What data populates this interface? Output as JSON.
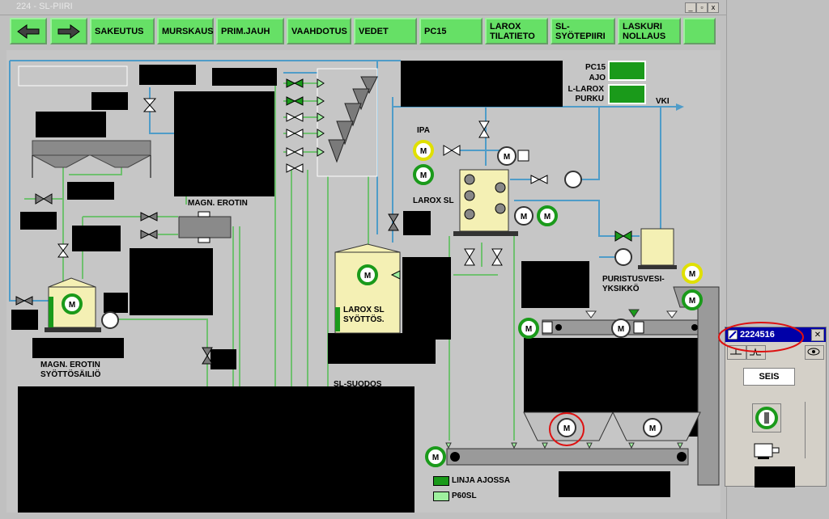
{
  "window": {
    "title": "224 - SL-PIIRI"
  },
  "toolbar": {
    "buttons": [
      {
        "label": "SAKEUTUS"
      },
      {
        "label": "MURSKAUS"
      },
      {
        "label": "PRIM.JAUH"
      },
      {
        "label": "VAAHDOTUS"
      },
      {
        "label": "VEDET"
      },
      {
        "label": "PC15"
      },
      {
        "label": "LAROX TILATIETO"
      },
      {
        "label": "SL-SYÖTEPIIRI"
      },
      {
        "label": "LASKURI NOLLAUS"
      },
      {
        "label": ""
      }
    ]
  },
  "process": {
    "pc15_label": "PC15",
    "ajo_label": "AJO",
    "larox_purku_label": "L-LAROX PURKU",
    "vki_label": "VKI",
    "ipa_label": "IPA",
    "larox_sl_label": "LAROX SL",
    "magn_erotin_label": "MAGN.  EROTIN",
    "larox_sl_syottos_label": "LAROX SL SYÖTTÖS.",
    "puristus_label": "PURISTUSVESI- YKSIKKÖ",
    "magn_syotto_label": "MAGN. EROTIN SYÖTTÖSÄILIÖ",
    "sl_suodos_label": "SL-SUODOS",
    "motor_label": "M"
  },
  "legend": {
    "items": [
      {
        "label": "LINJA AJOSSA",
        "color": "#1a9a1a"
      },
      {
        "label": "P60SL",
        "color": "#9ef09e"
      }
    ]
  },
  "popup": {
    "title": "2224516",
    "state_label": "SEIS",
    "close_glyph": "✕"
  },
  "colors": {
    "motor_green": "#1a9a1a",
    "motor_yellow": "#e0e000",
    "pipe_blue": "#4f9cc8",
    "pipe_green": "#6fc06f",
    "tank_yellow": "#f4f0b4",
    "highlight_red": "#dd1111"
  }
}
